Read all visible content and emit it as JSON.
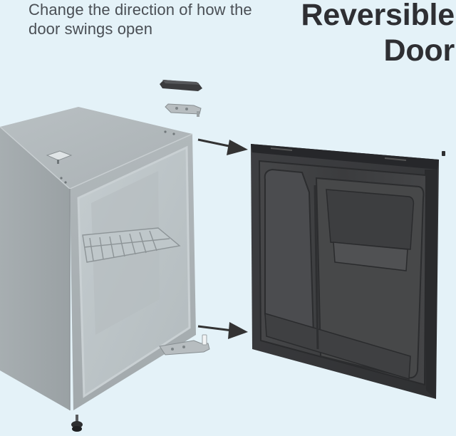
{
  "headline": {
    "line1": "Reversible",
    "line2": "Door"
  },
  "subheadline": "Change the direction of how the door swings open",
  "colors": {
    "background": "#e4f2f8",
    "fridge_body": "#a9b0b3",
    "door": "#3a3b3d",
    "arrow": "#333333"
  },
  "parts": {
    "cabinet": "mini-fridge-cabinet-image",
    "door": "reversible-door-image",
    "top_hinge_cover": "hinge-cover-image",
    "top_hinge": "top-hinge-image",
    "bottom_hinge": "bottom-hinge-image",
    "foot": "leveling-foot-image"
  }
}
